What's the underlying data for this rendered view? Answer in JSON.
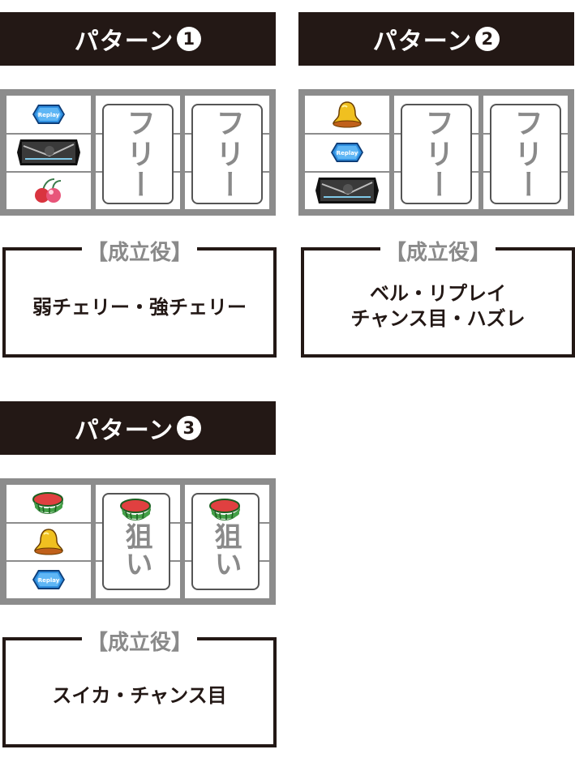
{
  "result_label": "【成立役】",
  "patterns": [
    {
      "title": "パターン",
      "number": "1",
      "left_reel": [
        "replay",
        "bar",
        "cherry"
      ],
      "center_reel_text": "フリー",
      "right_reel_text": "フリー",
      "result_lines": [
        "弱チェリー・強チェリー"
      ]
    },
    {
      "title": "パターン",
      "number": "2",
      "left_reel": [
        "bell",
        "replay",
        "bar"
      ],
      "center_reel_text": "フリー",
      "right_reel_text": "フリー",
      "result_lines": [
        "ベル・リプレイ",
        "チャンス目・ハズレ"
      ]
    },
    {
      "title": "パターン",
      "number": "3",
      "left_reel": [
        "watermelon",
        "bell",
        "replay"
      ],
      "center_reel_symbol": "watermelon",
      "center_reel_text": "狙い",
      "right_reel_symbol": "watermelon",
      "right_reel_text": "狙い",
      "result_lines": [
        "スイカ・チャンス目"
      ]
    }
  ],
  "colors": {
    "header_bg": "#231815",
    "reel_frame": "#8c8c8c",
    "free_text": "#8a8a8a",
    "label_text": "#8a8a8a",
    "result_text": "#231815"
  }
}
